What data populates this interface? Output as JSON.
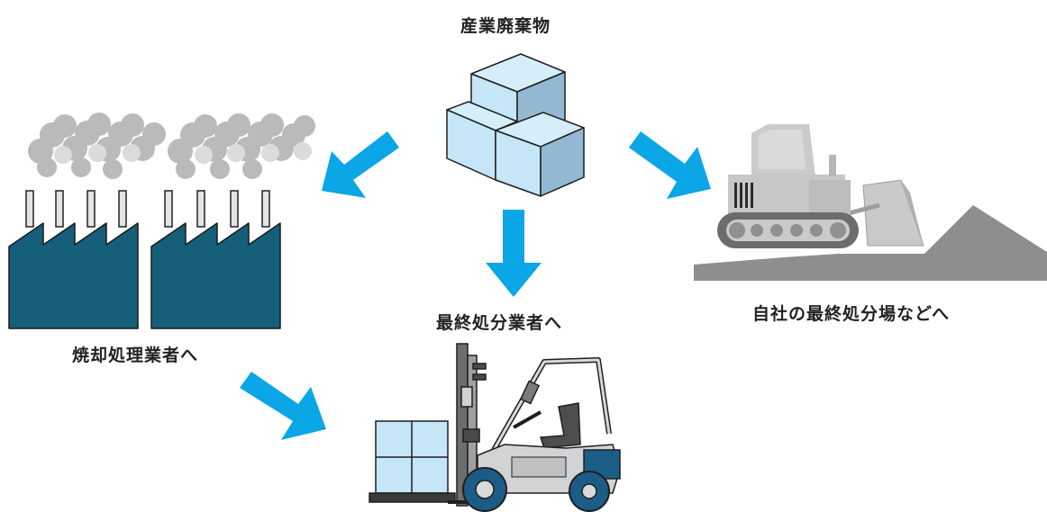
{
  "labels": {
    "source": "産業廃棄物",
    "final_disposal": "最終処分業者へ",
    "incineration": "焼却処理業者へ",
    "own_site": "自社の最終処分場などへ"
  },
  "colors": {
    "arrow": "#0aa6e6",
    "factory": "#155f7a",
    "smoke": "#b9babc",
    "box_light": "#c4e6f7",
    "box_shade": "#93b8d2",
    "machine_gray": "#c8c9ca",
    "ground": "#8d8e90",
    "forklift_blue": "#1b5d86"
  }
}
